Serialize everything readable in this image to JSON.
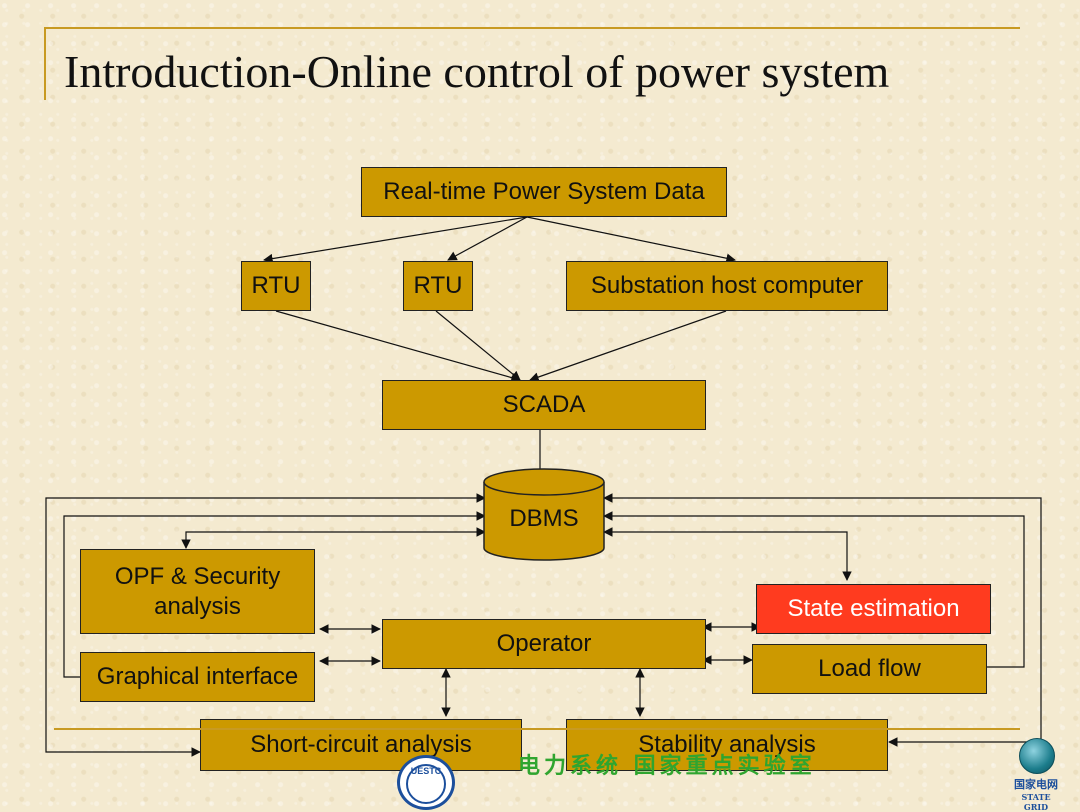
{
  "title": "Introduction-Online control of power system",
  "nodes": {
    "realtime": "Real-time Power System Data",
    "rtu1": "RTU",
    "rtu2": "RTU",
    "substation": "Substation host computer",
    "scada": "SCADA",
    "dbms": "DBMS",
    "opf": "OPF & Security analysis",
    "state": "State estimation",
    "operator": "Operator",
    "graphical": "Graphical interface",
    "loadflow": "Load flow",
    "short": "Short-circuit analysis",
    "stability": "Stability analysis"
  },
  "footer": {
    "lab_text": "电力系统  国家重点实验室",
    "uestc_logo_text": "UESTC",
    "grid_logo_cn": "国家电网",
    "grid_logo_en": "STATE GRID"
  },
  "colors": {
    "box_fill": "#cc9900",
    "highlight_fill": "#ff3b1f",
    "accent_line": "#c89a22",
    "background": "#f4ead0"
  }
}
